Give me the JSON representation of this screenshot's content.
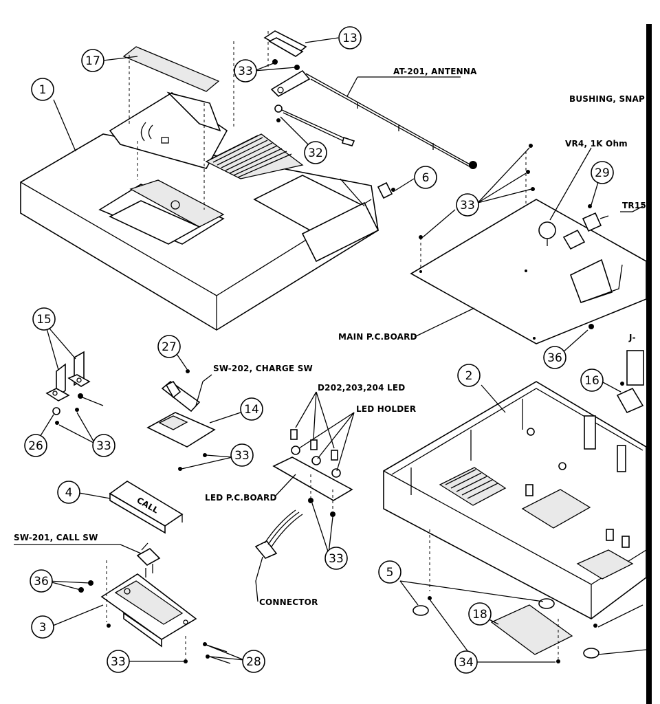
{
  "labels": {
    "antenna": "AT-201, ANTENNA",
    "bushing": "BUSHING, SNAP",
    "vr4": "VR4, 1K Ohm",
    "tr": "TR15",
    "main_pcb": "MAIN P.C.BOARD",
    "charge_sw": "SW-202, CHARGE SW",
    "led": "D202,203,204 LED",
    "led_holder": "LED HOLDER",
    "led_pcb": "LED P.C.BOARD",
    "call_sw": "SW-201, CALL SW",
    "connector": "CONNECTOR",
    "call_text": "CALL",
    "j_text": "J-"
  },
  "callouts": [
    {
      "id": "c1",
      "n": "1"
    },
    {
      "id": "c17",
      "n": "17"
    },
    {
      "id": "c13",
      "n": "13"
    },
    {
      "id": "c33a",
      "n": "33"
    },
    {
      "id": "c32",
      "n": "32"
    },
    {
      "id": "c6",
      "n": "6"
    },
    {
      "id": "c33b",
      "n": "33"
    },
    {
      "id": "c29",
      "n": "29"
    },
    {
      "id": "c36a",
      "n": "36"
    },
    {
      "id": "c15",
      "n": "15"
    },
    {
      "id": "c27",
      "n": "27"
    },
    {
      "id": "c14",
      "n": "14"
    },
    {
      "id": "c26",
      "n": "26"
    },
    {
      "id": "c33c",
      "n": "33"
    },
    {
      "id": "c33d",
      "n": "33"
    },
    {
      "id": "c2",
      "n": "2"
    },
    {
      "id": "c16",
      "n": "16"
    },
    {
      "id": "c4",
      "n": "4"
    },
    {
      "id": "c36b",
      "n": "36"
    },
    {
      "id": "c3",
      "n": "3"
    },
    {
      "id": "c33e",
      "n": "33"
    },
    {
      "id": "c5",
      "n": "5"
    },
    {
      "id": "c18",
      "n": "18"
    },
    {
      "id": "c33f",
      "n": "33"
    },
    {
      "id": "c28",
      "n": "28"
    },
    {
      "id": "c34",
      "n": "34"
    }
  ]
}
